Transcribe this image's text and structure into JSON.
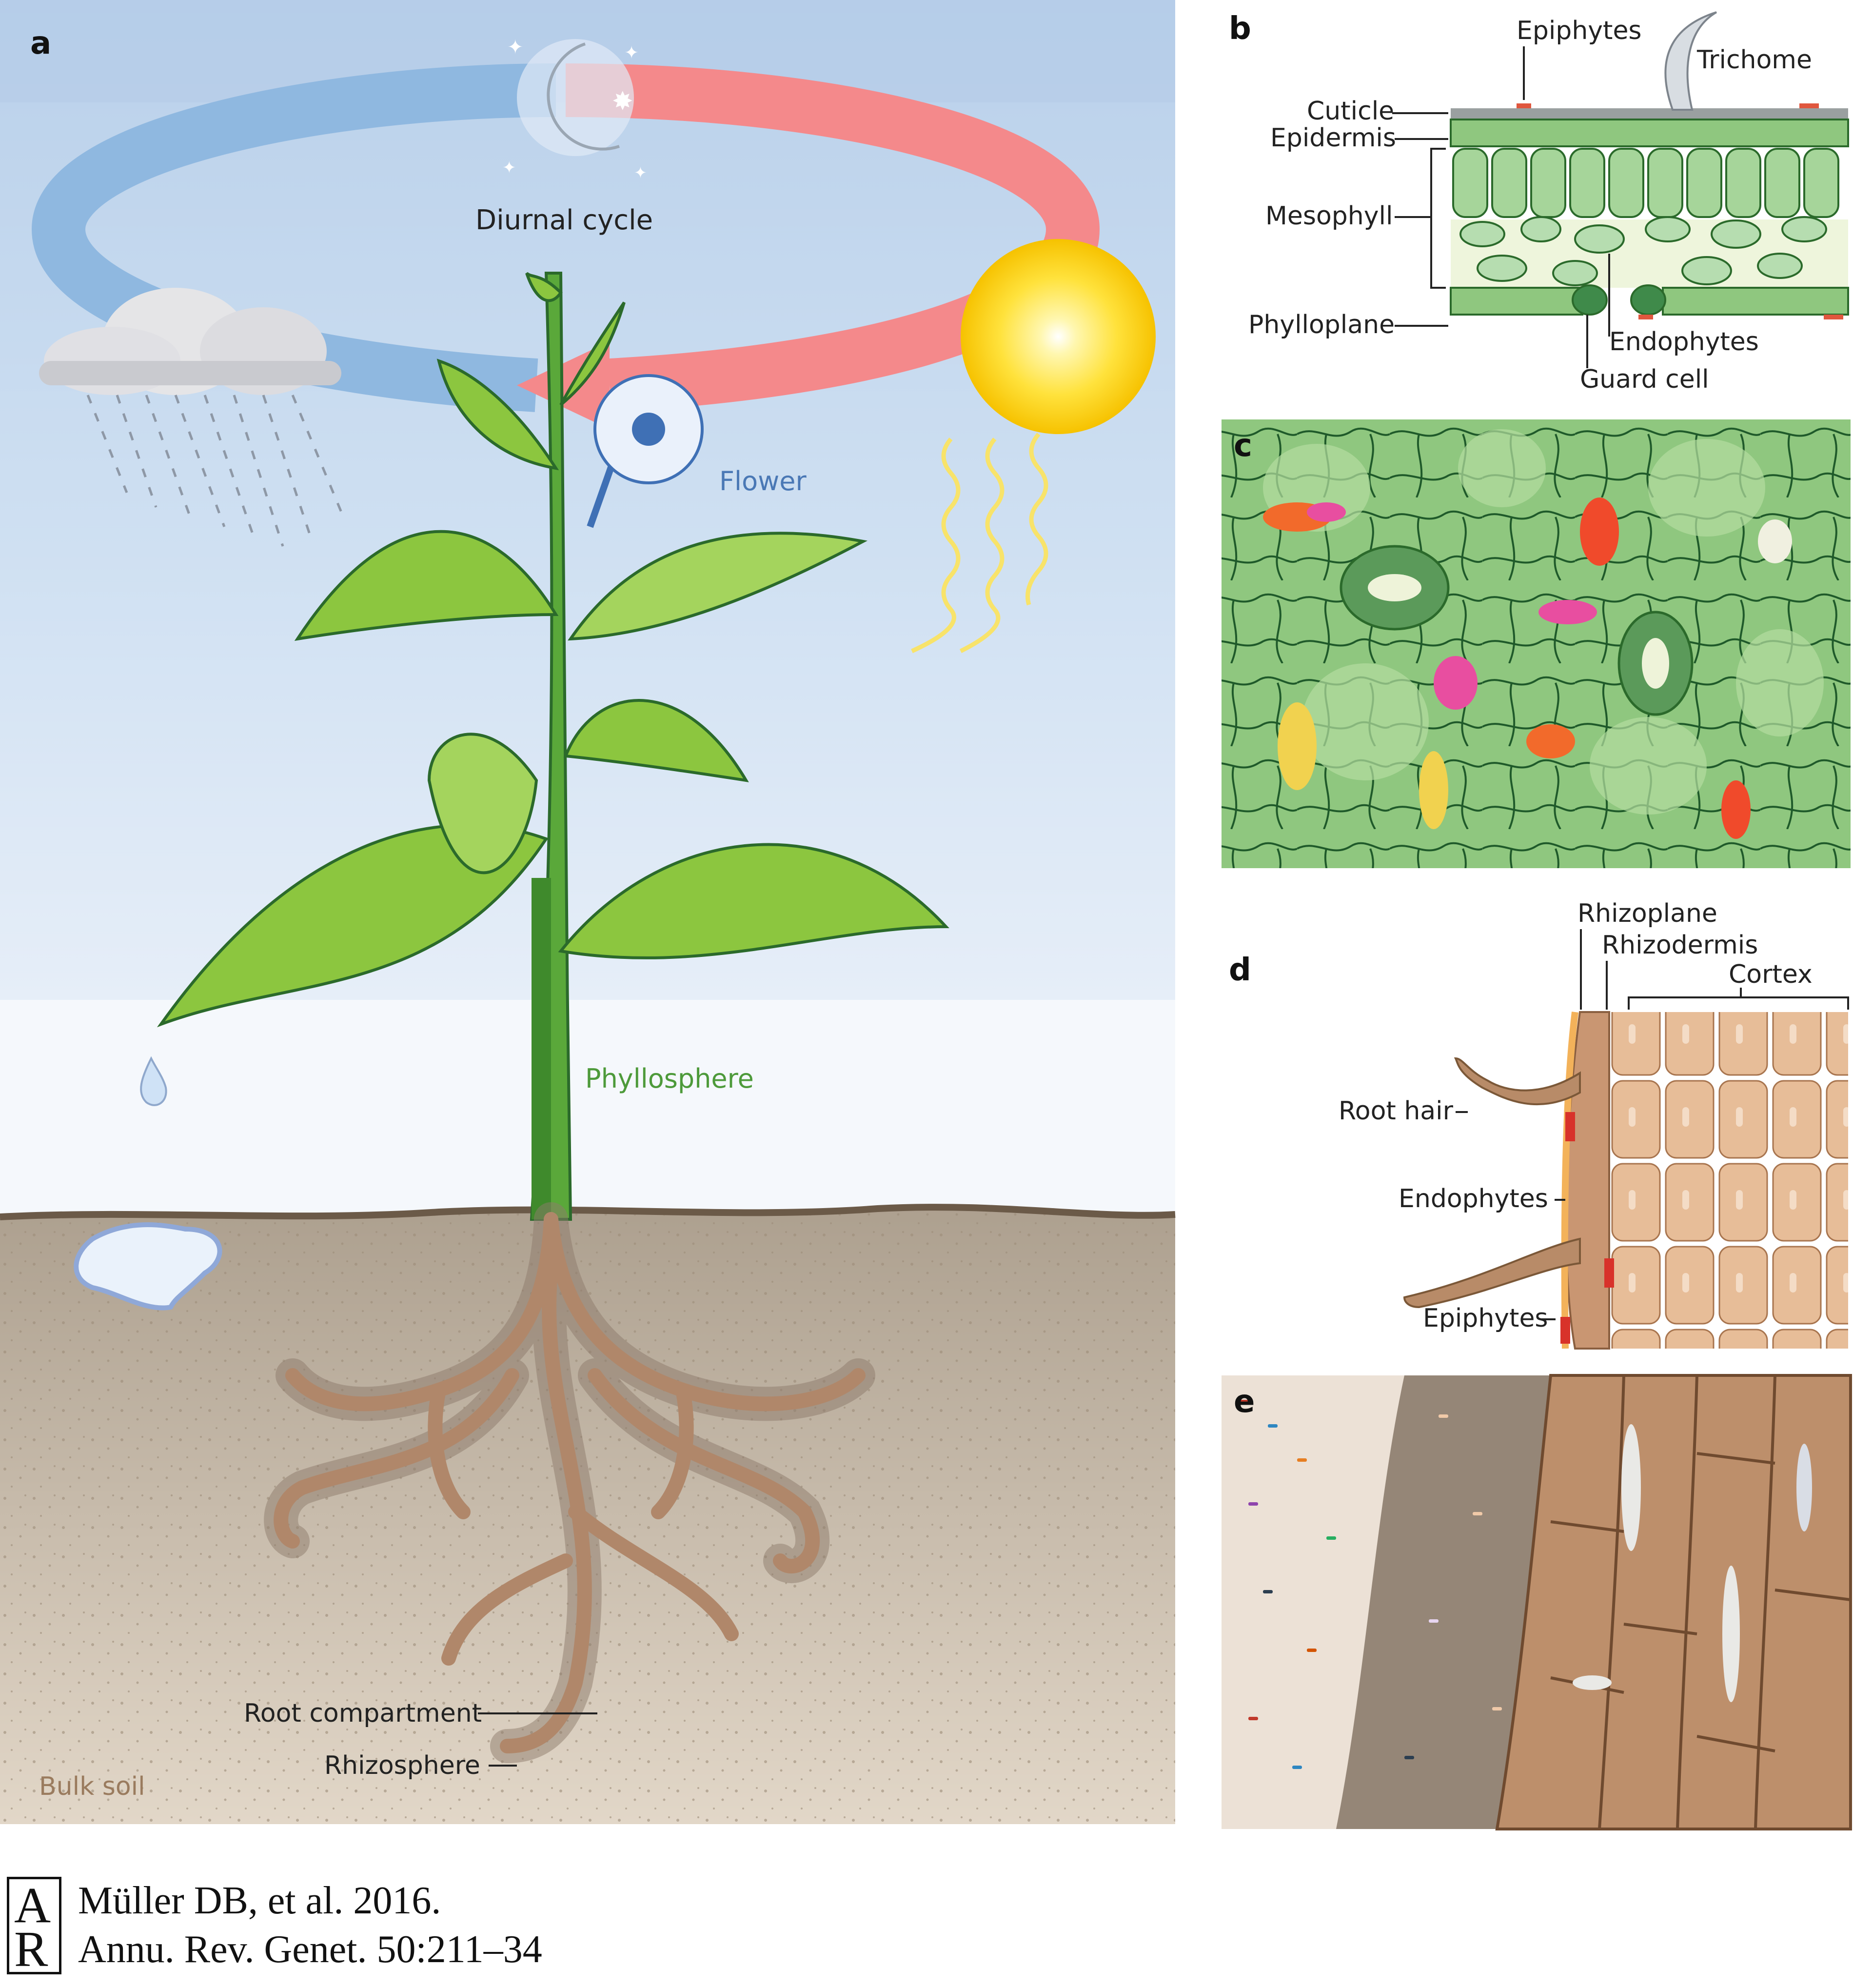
{
  "panels": {
    "a": {
      "letter": "a",
      "diurnal_cycle": "Diurnal cycle",
      "flower": "Flower",
      "phyllosphere": "Phyllosphere",
      "root_compartment": "Root compartment",
      "rhizosphere": "Rhizosphere",
      "bulk_soil": "Bulk soil"
    },
    "b": {
      "letter": "b",
      "epiphytes": "Epiphytes",
      "trichome": "Trichome",
      "cuticle": "Cuticle",
      "epidermis": "Epidermis",
      "mesophyll": "Mesophyll",
      "phylloplane": "Phylloplane",
      "endophytes": "Endophytes",
      "guard_cell": "Guard cell"
    },
    "c": {
      "letter": "c"
    },
    "d": {
      "letter": "d",
      "rhizoplane": "Rhizoplane",
      "rhizodermis": "Rhizodermis",
      "cortex": "Cortex",
      "root_hair": "Root hair",
      "endophytes": "Endophytes",
      "epiphytes": "Epiphytes"
    },
    "e": {
      "letter": "e"
    }
  },
  "citation": {
    "line1": "Müller DB, et al. 2016.",
    "line2": "Annu. Rev. Genet. 50:211–34",
    "logo_top": "A",
    "logo_bottom": "R"
  },
  "colors": {
    "sky": "#bcd3ec",
    "night_arrow": "#8fb8e0",
    "day_arrow": "#f4898b",
    "sun": "#ffd21a",
    "leaf": "#8cc63f",
    "stem": "#5aa83a",
    "soil": "#b8a894",
    "root": "#b0876a",
    "leaf_tissue": "#8fc77f",
    "root_cells": "#e2b996"
  }
}
